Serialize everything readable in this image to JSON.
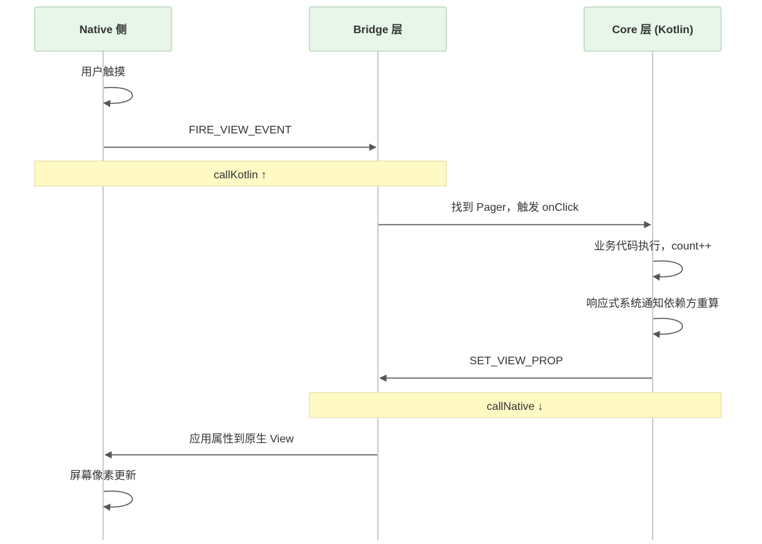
{
  "actors": [
    {
      "id": "native",
      "label": "Native 侧"
    },
    {
      "id": "bridge",
      "label": "Bridge 层"
    },
    {
      "id": "core",
      "label": "Core 层 (Kotlin)"
    }
  ],
  "steps": [
    {
      "kind": "self",
      "actor": "native",
      "label": "用户触摸"
    },
    {
      "kind": "msg",
      "from": "native",
      "to": "bridge",
      "label": "FIRE_VIEW_EVENT"
    },
    {
      "kind": "note",
      "from": "native",
      "to": "bridge",
      "label": "callKotlin ↑"
    },
    {
      "kind": "msg",
      "from": "bridge",
      "to": "core",
      "label": "找到 Pager，触发 onClick"
    },
    {
      "kind": "self",
      "actor": "core",
      "label": "业务代码执行，count++"
    },
    {
      "kind": "self",
      "actor": "core",
      "label": "响应式系统通知依赖方重算"
    },
    {
      "kind": "msg",
      "from": "core",
      "to": "bridge",
      "label": "SET_VIEW_PROP"
    },
    {
      "kind": "note",
      "from": "bridge",
      "to": "core",
      "label": "callNative ↓"
    },
    {
      "kind": "msg",
      "from": "bridge",
      "to": "native",
      "label": "应用属性到原生 View"
    },
    {
      "kind": "self",
      "actor": "native",
      "label": "屏幕像素更新"
    }
  ],
  "colors": {
    "actor_fill": "#e8f5e9",
    "note_fill": "#fff9c4",
    "line": "#555555"
  }
}
